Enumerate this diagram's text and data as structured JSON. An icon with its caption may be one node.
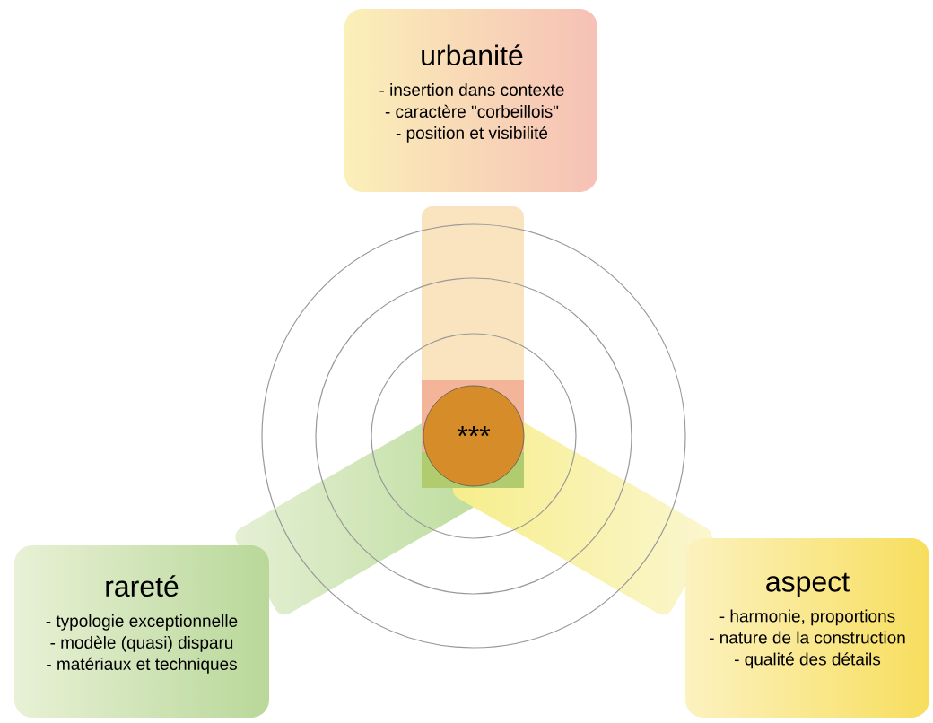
{
  "diagram": {
    "nodes": [
      {
        "text": [
          "urbanité",
          "- insertion dans contexte",
          "- caractère \"corbeillois\"",
          "- position et visibilité"
        ]
      },
      {
        "text": [
          "rareté",
          "- typologie exceptionnelle",
          "- modèle (quasi) disparu",
          "- matériaux et techniques"
        ]
      },
      {
        "text": [
          "aspect",
          "- harmonie, proportions",
          "- nature de la construction",
          "- qualité des détails"
        ]
      },
      {
        "text": [
          "***"
        ]
      }
    ]
  }
}
